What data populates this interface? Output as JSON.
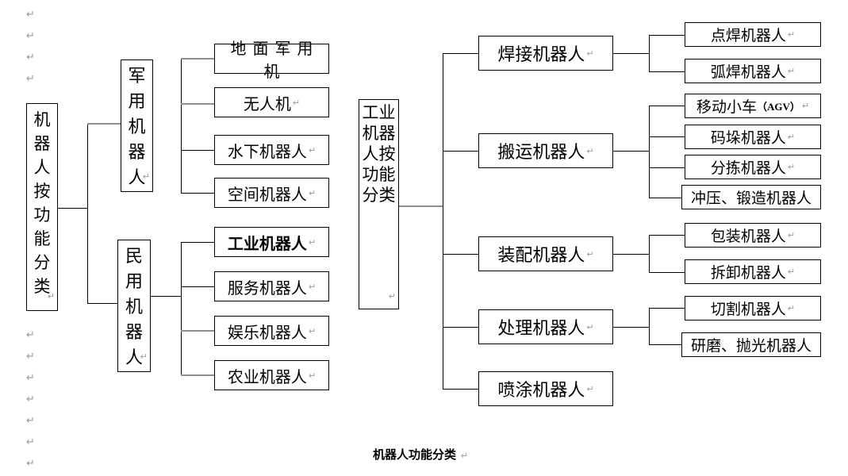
{
  "pilcrow": "↵",
  "caption": {
    "text": "机器人功能分类"
  },
  "left_tree": {
    "root": {
      "text": "机器人按功能分类"
    },
    "branches": [
      {
        "label": "军用机器人",
        "children": [
          {
            "text": "地面军用机"
          },
          {
            "text": "无人机"
          },
          {
            "text": "水下机器人"
          },
          {
            "text": "空间机器人"
          }
        ]
      },
      {
        "label": "民用机器人",
        "children": [
          {
            "text": "工业机器人"
          },
          {
            "text": "服务机器人"
          },
          {
            "text": "娱乐机器人"
          },
          {
            "text": "农业机器人"
          }
        ]
      }
    ]
  },
  "right_tree": {
    "root": {
      "text": "工业机器人按功能分类"
    },
    "branches": [
      {
        "label": "焊接机器人",
        "children": [
          {
            "text": "点焊机器人"
          },
          {
            "text": "弧焊机器人"
          }
        ]
      },
      {
        "label": "搬运机器人",
        "children": [
          {
            "text": "移动小车",
            "suffix": "（AGV）"
          },
          {
            "text": "码垛机器人"
          },
          {
            "text": "分拣机器人"
          },
          {
            "text": "冲压、锻造机器人"
          }
        ]
      },
      {
        "label": "装配机器人",
        "children": [
          {
            "text": "包装机器人"
          },
          {
            "text": "拆卸机器人"
          }
        ]
      },
      {
        "label": "处理机器人",
        "children": [
          {
            "text": "切割机器人"
          },
          {
            "text": "研磨、抛光机器人"
          }
        ]
      },
      {
        "label": "喷涂机器人",
        "children": []
      }
    ]
  },
  "colors": {
    "background": "#ffffff",
    "border": "#000000",
    "line": "#000000",
    "line_gray": "#8f8f8f",
    "text": "#000000",
    "pilcrow_gray": "#9a9a9a"
  }
}
